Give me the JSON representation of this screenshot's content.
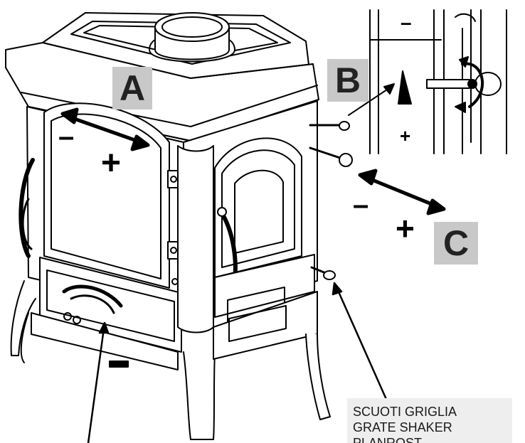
{
  "labels": {
    "a": "A",
    "b": "B",
    "c": "C"
  },
  "signs": {
    "minus": "–",
    "plus": "+"
  },
  "grate_shaker_note": {
    "line1": "SCUOTI GRIGLIA",
    "line2": "GRATE SHAKER",
    "line3": "PLANROST"
  },
  "colors": {
    "label_background": "#c8c8c8",
    "note_background": "#eeeeee",
    "line": "#000000"
  }
}
